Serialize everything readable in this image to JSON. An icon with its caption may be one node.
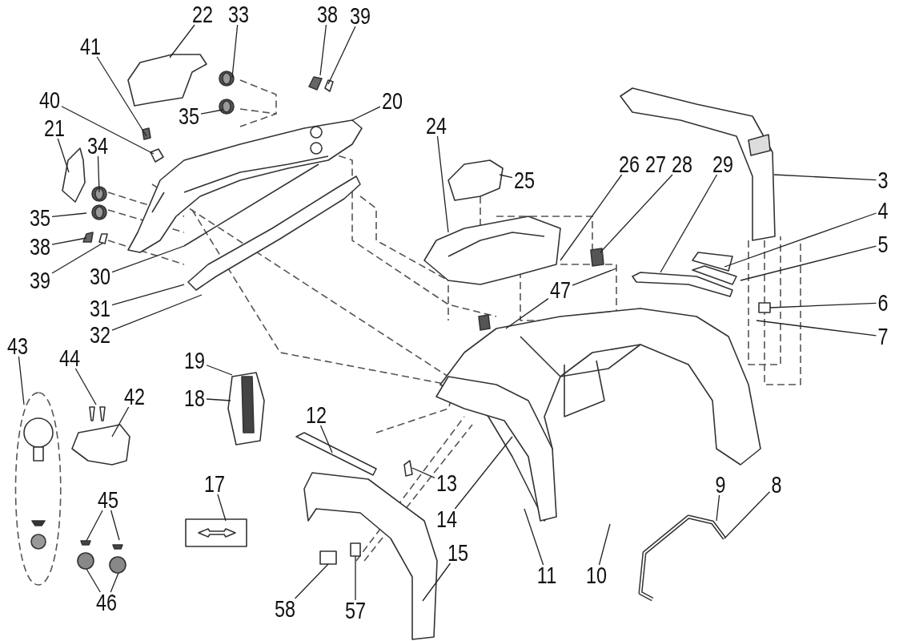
{
  "diagram": {
    "nodes": [
      {
        "text": [
          "22"
        ]
      },
      {
        "text": [
          "33"
        ]
      },
      {
        "text": [
          "38"
        ]
      },
      {
        "text": [
          "39"
        ]
      },
      {
        "text": [
          "41"
        ]
      },
      {
        "text": [
          "20"
        ]
      },
      {
        "text": [
          "40"
        ]
      },
      {
        "text": [
          "21"
        ]
      },
      {
        "text": [
          "35"
        ]
      },
      {
        "text": [
          "34"
        ]
      },
      {
        "text": [
          "24"
        ]
      },
      {
        "text": [
          "3"
        ]
      },
      {
        "text": [
          "25"
        ]
      },
      {
        "text": [
          "26"
        ]
      },
      {
        "text": [
          "28"
        ]
      },
      {
        "text": [
          "29"
        ]
      },
      {
        "text": [
          "35"
        ]
      },
      {
        "text": [
          "4"
        ]
      },
      {
        "text": [
          "38"
        ]
      },
      {
        "text": [
          "5"
        ]
      },
      {
        "text": [
          "39"
        ]
      },
      {
        "text": [
          "30"
        ]
      },
      {
        "text": [
          "47"
        ]
      },
      {
        "text": [
          "6"
        ]
      },
      {
        "text": [
          "31"
        ]
      },
      {
        "text": [
          "7"
        ]
      },
      {
        "text": [
          "32"
        ]
      },
      {
        "text": [
          "43"
        ]
      },
      {
        "text": [
          "19"
        ]
      },
      {
        "text": [
          "44"
        ]
      },
      {
        "text": [
          "18"
        ]
      },
      {
        "text": [
          "42"
        ]
      },
      {
        "text": [
          "12"
        ]
      },
      {
        "text": [
          "13"
        ]
      },
      {
        "text": [
          "17"
        ]
      },
      {
        "text": [
          "9"
        ]
      },
      {
        "text": [
          "8"
        ]
      },
      {
        "text": [
          "45"
        ]
      },
      {
        "text": [
          "14"
        ]
      },
      {
        "text": [
          "15"
        ]
      },
      {
        "text": [
          "11"
        ]
      },
      {
        "text": [
          "10"
        ]
      },
      {
        "text": [
          "46"
        ]
      },
      {
        "text": [
          "58"
        ]
      },
      {
        "text": [
          "57"
        ]
      }
    ],
    "edges": [
      {
        "from": 0,
        "to": null,
        "arrow": "none"
      },
      {
        "from": 1,
        "to": null,
        "arrow": "none"
      },
      {
        "from": 2,
        "to": null,
        "arrow": "none"
      },
      {
        "from": 3,
        "to": null,
        "arrow": "none"
      },
      {
        "from": 4,
        "to": null,
        "arrow": "none"
      },
      {
        "from": 5,
        "to": null,
        "arrow": "none"
      },
      {
        "from": 6,
        "to": null,
        "arrow": "none"
      },
      {
        "from": 7,
        "to": null,
        "arrow": "none"
      },
      {
        "from": 8,
        "to": null,
        "arrow": "none"
      },
      {
        "from": 9,
        "to": null,
        "arrow": "none"
      },
      {
        "from": 10,
        "to": null,
        "arrow": "none"
      },
      {
        "from": 11,
        "to": null,
        "arrow": "none"
      },
      {
        "from": 12,
        "to": null,
        "arrow": "none"
      },
      {
        "from": 13,
        "to": null,
        "arrow": "none"
      },
      {
        "from": 14,
        "to": null,
        "arrow": "none"
      },
      {
        "from": 15,
        "to": null,
        "arrow": "none"
      },
      {
        "from": 16,
        "to": null,
        "arrow": "none"
      },
      {
        "from": 17,
        "to": null,
        "arrow": "none"
      },
      {
        "from": 18,
        "to": null,
        "arrow": "none"
      },
      {
        "from": 19,
        "to": null,
        "arrow": "none"
      },
      {
        "from": 20,
        "to": null,
        "arrow": "none"
      },
      {
        "from": 21,
        "to": null,
        "arrow": "none"
      },
      {
        "from": 22,
        "to": null,
        "arrow": "none"
      },
      {
        "from": 22,
        "to": null,
        "arrow": "none"
      },
      {
        "from": 23,
        "to": null,
        "arrow": "none"
      },
      {
        "from": 24,
        "to": null,
        "arrow": "none"
      },
      {
        "from": 25,
        "to": null,
        "arrow": "none"
      },
      {
        "from": 26,
        "to": null,
        "arrow": "none"
      },
      {
        "from": 27,
        "to": null,
        "arrow": "none"
      },
      {
        "from": 28,
        "to": null,
        "arrow": "none"
      },
      {
        "from": 29,
        "to": null,
        "arrow": "none"
      },
      {
        "from": 30,
        "to": null,
        "arrow": "none"
      },
      {
        "from": 31,
        "to": null,
        "arrow": "none"
      },
      {
        "from": 32,
        "to": null,
        "arrow": "none"
      },
      {
        "from": 33,
        "to": null,
        "arrow": "none"
      },
      {
        "from": 34,
        "to": null,
        "arrow": "none"
      },
      {
        "from": 35,
        "to": null,
        "arrow": "none"
      },
      {
        "from": 36,
        "to": null,
        "arrow": "none"
      },
      {
        "from": 37,
        "to": null,
        "arrow": "none"
      },
      {
        "from": 37,
        "to": null,
        "arrow": "none"
      },
      {
        "from": 38,
        "to": null,
        "arrow": "none"
      },
      {
        "from": 39,
        "to": null,
        "arrow": "none"
      },
      {
        "from": 40,
        "to": null,
        "arrow": "none"
      },
      {
        "from": 41,
        "to": null,
        "arrow": "none"
      },
      {
        "from": 42,
        "to": null,
        "arrow": "none"
      },
      {
        "from": 42,
        "to": null,
        "arrow": "none"
      },
      {
        "from": 43,
        "to": null,
        "arrow": "none"
      },
      {
        "from": 44,
        "to": null,
        "arrow": "none"
      }
    ],
    "labels": [
      "27"
    ]
  }
}
